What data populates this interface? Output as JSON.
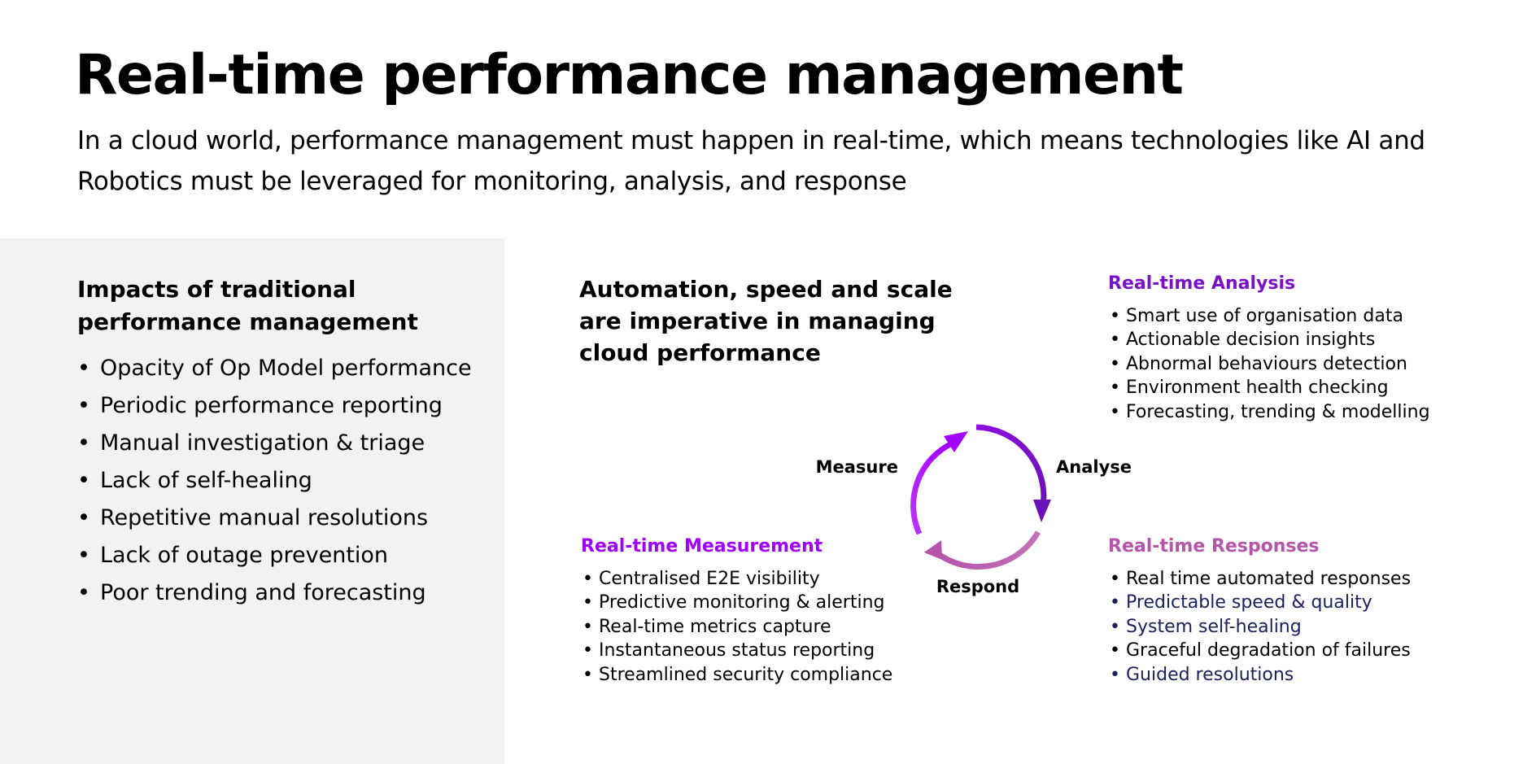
{
  "header": {
    "title": "Real-time performance management",
    "subtitle": "In a cloud world, performance management must happen in real-time, which means technologies like AI and Robotics must be leveraged for monitoring, analysis, and response"
  },
  "impacts": {
    "heading": "Impacts of traditional performance management",
    "items": [
      "Opacity of Op Model performance",
      "Periodic performance reporting",
      "Manual investigation & triage",
      "Lack of self-healing",
      "Repetitive manual resolutions",
      "Lack of outage prevention",
      "Poor trending and forecasting"
    ]
  },
  "center": {
    "heading": "Automation, speed and scale are imperative in managing cloud performance"
  },
  "cycle": {
    "labels": {
      "measure": "Measure",
      "analyse": "Analyse",
      "respond": "Respond"
    }
  },
  "analysis": {
    "title": "Real-time Analysis",
    "items": [
      "Smart use of organisation data",
      "Actionable decision insights",
      "Abnormal behaviours detection",
      "Environment health checking",
      "Forecasting, trending & modelling"
    ]
  },
  "measurement": {
    "title": "Real-time Measurement",
    "items": [
      "Centralised E2E visibility",
      "Predictive monitoring & alerting",
      "Real-time metrics capture",
      "Instantaneous status reporting",
      "Streamlined security compliance"
    ]
  },
  "responses": {
    "title": "Real-time Responses",
    "items": [
      "Real time automated responses",
      "Predictable speed & quality",
      "System self-healing",
      "Graceful degradation of failures",
      "Guided resolutions"
    ]
  },
  "colors": {
    "panel_bg": "#f2f2f2",
    "measure_purple": "#a100ff",
    "analyse_purple": "#7a13c6",
    "respond_pink": "#b455aa",
    "navy_text": "#1a1f5e"
  }
}
